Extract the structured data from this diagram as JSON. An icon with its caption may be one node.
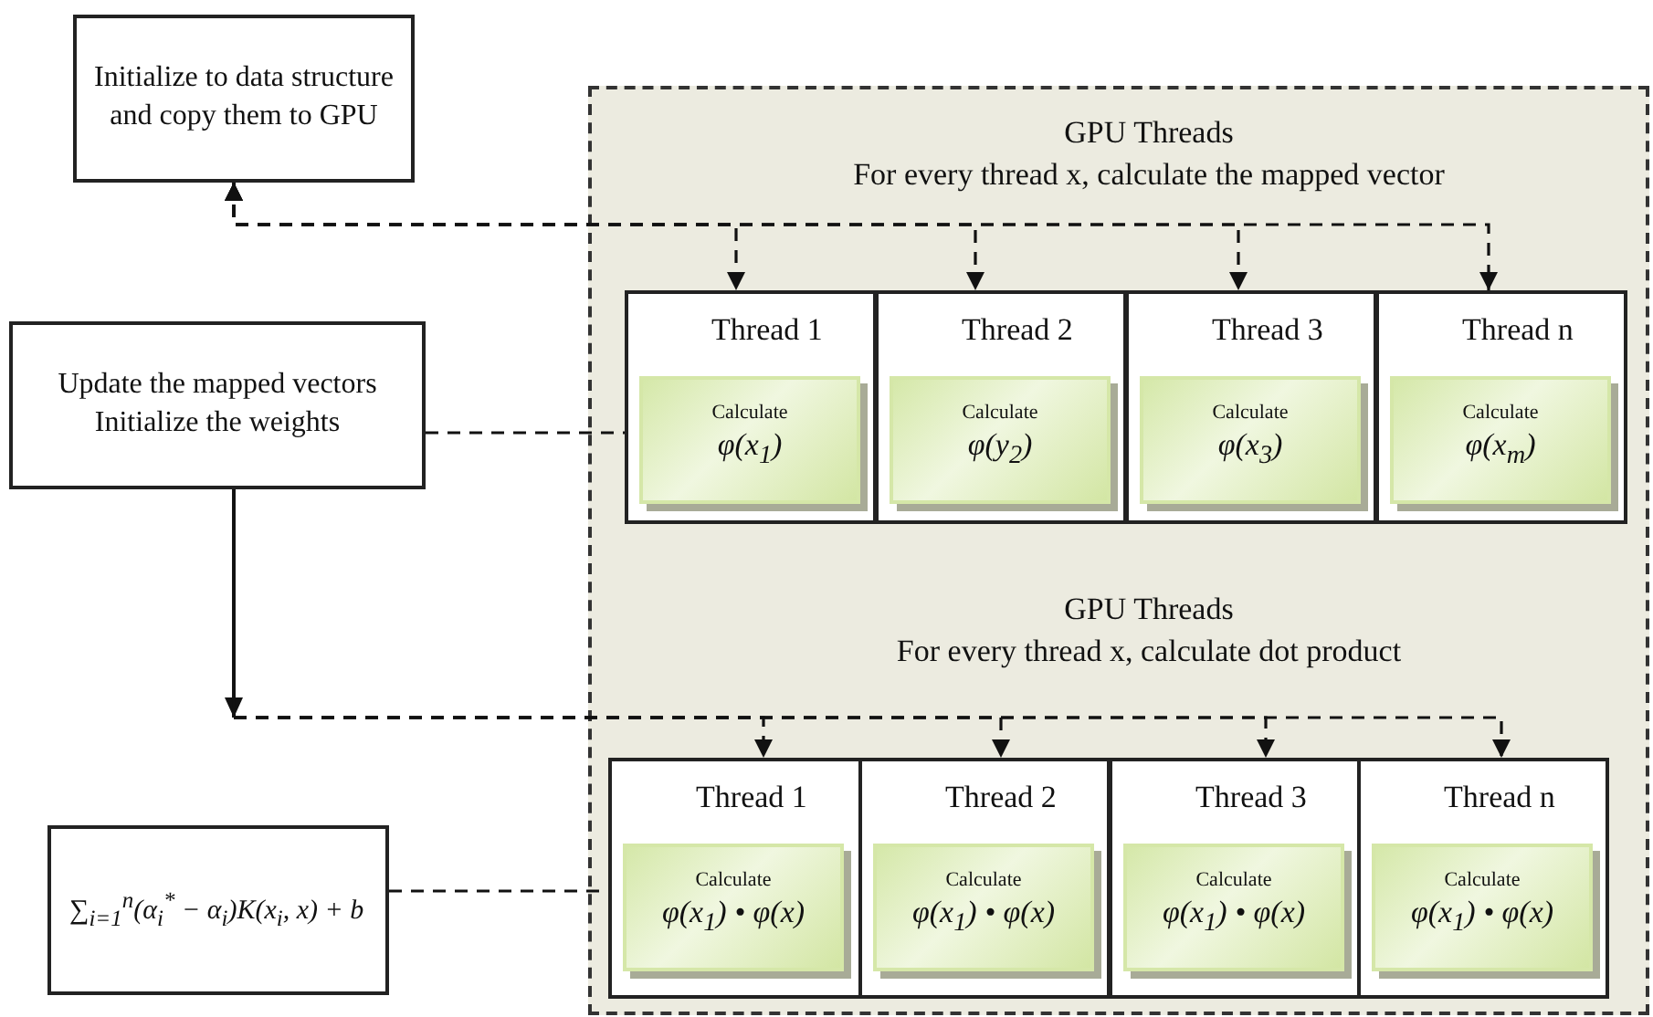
{
  "diagram": {
    "nodes": [
      {
        "text": [
          "Initialize to data structure and copy them to GPU"
        ]
      },
      {
        "text": [
          "Update the mapped vectors Initialize the weights"
        ]
      },
      {
        "text": [
          "∑$_{i=1}$$^{n}$(α$_{i}$$^{*}$ − α$_{i}$)K(x$_{i}$, x) + b"
        ]
      },
      {
        "text": [
          "GPU Threads",
          "For every thread x, calculate the mapped vector",
          "GPU Threads",
          "For every thread x, calculate dot product"
        ]
      },
      {
        "text": [
          "Thread 1"
        ],
        "in": 3
      },
      {
        "text": [
          "Calculate",
          "φ(x$_{1}$)"
        ],
        "in": 4
      },
      {
        "text": [
          "Thread 2"
        ],
        "in": 3
      },
      {
        "text": [
          "Calculate",
          "φ(y$_{2}$)"
        ],
        "in": 6
      },
      {
        "text": [
          "Thread 3"
        ],
        "in": 3
      },
      {
        "text": [
          "Calculate",
          "φ(x$_{3}$)"
        ],
        "in": 8
      },
      {
        "text": [
          "Thread n"
        ],
        "in": 3
      },
      {
        "text": [
          "Calculate",
          "φ(x$_{m}$)"
        ],
        "in": 10
      },
      {
        "text": [
          "Thread 1"
        ],
        "in": 3
      },
      {
        "text": [
          "Calculate",
          "φ(x$_{1}$) • φ(x)"
        ],
        "in": 12
      },
      {
        "text": [
          "Thread 2"
        ],
        "in": 3
      },
      {
        "text": [
          "Calculate",
          "φ(x$_{1}$) • φ(x)"
        ],
        "in": 14
      },
      {
        "text": [
          "Thread 3"
        ],
        "in": 3
      },
      {
        "text": [
          "Calculate",
          "φ(x$_{1}$) • φ(x)"
        ],
        "in": 16
      },
      {
        "text": [
          "Thread n"
        ],
        "in": 3
      },
      {
        "text": [
          "Calculate",
          "φ(x$_{1}$) • φ(x)"
        ],
        "in": 18
      }
    ],
    "edges": [
      {
        "from": 0,
        "to": 4,
        "arrow": "both",
        "style": "dashed"
      },
      {
        "from": 0,
        "to": 6,
        "arrow": "both",
        "style": "dashed"
      },
      {
        "from": 0,
        "to": 8,
        "arrow": "both",
        "style": "dashed"
      },
      {
        "from": 0,
        "to": 10,
        "arrow": "both",
        "style": "dashed"
      },
      {
        "from": 1,
        "to": 4,
        "arrow": "none",
        "style": "dashed"
      },
      {
        "from": 1,
        "to": 12,
        "arrow": "to",
        "style": "dashed"
      },
      {
        "from": 1,
        "to": 14,
        "arrow": "to",
        "style": "dashed"
      },
      {
        "from": 1,
        "to": 16,
        "arrow": "to",
        "style": "dashed"
      },
      {
        "from": 1,
        "to": 18,
        "arrow": "to",
        "style": "dashed"
      },
      {
        "from": 2,
        "to": 12,
        "arrow": "none",
        "style": "dashed"
      }
    ]
  }
}
